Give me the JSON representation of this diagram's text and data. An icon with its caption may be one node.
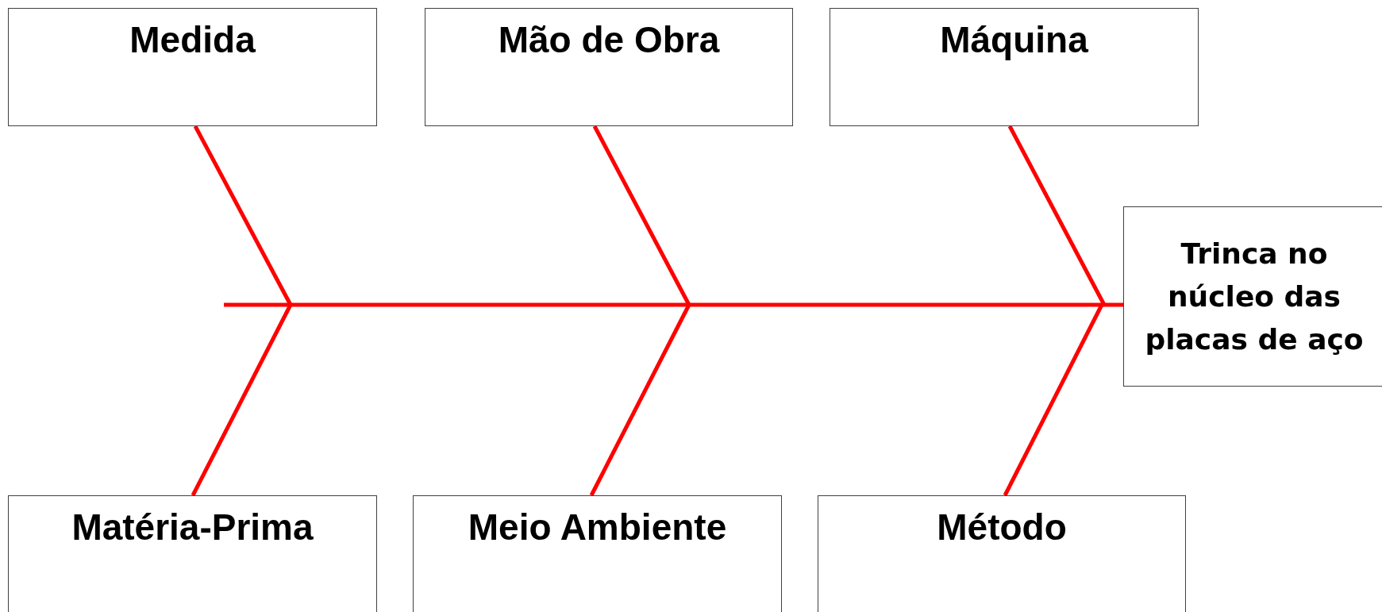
{
  "diagram": {
    "nodes": [
      {
        "text": [
          "Medida"
        ]
      },
      {
        "text": [
          "Mão de Obra"
        ]
      },
      {
        "text": [
          "Máquina"
        ]
      },
      {
        "text": [
          "Trinca no núcleo das placas de aço"
        ]
      },
      {
        "text": [
          "Matéria-Prima"
        ]
      },
      {
        "text": [
          "Meio Ambiente"
        ]
      },
      {
        "text": [
          "Método"
        ]
      }
    ],
    "edges": [
      {
        "from": 0,
        "to": null,
        "arrow": "none"
      },
      {
        "from": 1,
        "to": null,
        "arrow": "none"
      },
      {
        "from": 2,
        "to": null,
        "arrow": "none"
      },
      {
        "from": null,
        "to": 3,
        "arrow": "none"
      },
      {
        "from": 4,
        "to": null,
        "arrow": "none"
      },
      {
        "from": 5,
        "to": null,
        "arrow": "none"
      },
      {
        "from": 6,
        "to": null,
        "arrow": "none"
      }
    ]
  }
}
